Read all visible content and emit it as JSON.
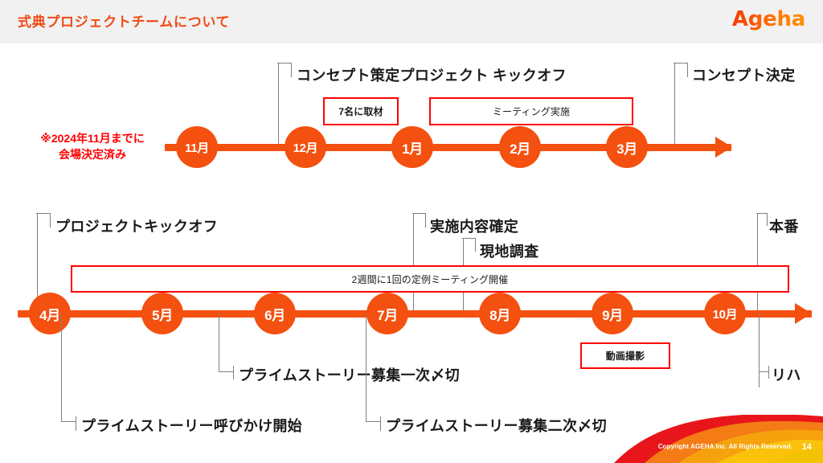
{
  "header": {
    "title": "式典プロジェクトチームについて",
    "logo": "Ageha",
    "band_color": "#f1f1f1",
    "title_color": "#f04a16"
  },
  "note": {
    "line1": "※2024年11月までに",
    "line2": "会場決定済み",
    "color": "#ff0000"
  },
  "accent_color": "#f4500f",
  "box_border_color": "#ff0000",
  "timeline1": {
    "nodes": [
      {
        "label": "11月"
      },
      {
        "label": "12月"
      },
      {
        "label": "1月"
      },
      {
        "label": "2月"
      },
      {
        "label": "3月"
      }
    ],
    "callouts": [
      {
        "label": "コンセプト策定プロジェクト キックオフ",
        "anchor": "12月"
      },
      {
        "label": "コンセプト決定",
        "anchor": "after-3月"
      }
    ],
    "boxes": [
      {
        "label": "7名に取材"
      },
      {
        "label": "ミーティング実施"
      }
    ]
  },
  "timeline2": {
    "nodes": [
      {
        "label": "4月"
      },
      {
        "label": "5月"
      },
      {
        "label": "6月"
      },
      {
        "label": "7月"
      },
      {
        "label": "8月"
      },
      {
        "label": "9月"
      },
      {
        "label": "10月"
      }
    ],
    "callouts_above": [
      {
        "label": "プロジェクトキックオフ",
        "anchor": "4月"
      },
      {
        "label": "実施内容確定",
        "anchor": "7月"
      },
      {
        "label": "現地調査",
        "anchor": "between-7月-8月"
      },
      {
        "label": "本番",
        "anchor": "after-10月"
      }
    ],
    "callouts_below": [
      {
        "label": "プライムストーリー募集一次〆切",
        "anchor": "between-5月-6月"
      },
      {
        "label": "プライムストーリー呼びかけ開始",
        "anchor": "4月"
      },
      {
        "label": "プライムストーリー募集二次〆切",
        "anchor": "7月"
      },
      {
        "label": "リハ",
        "anchor": "after-10月"
      }
    ],
    "boxes": [
      {
        "label": "2週間に1回の定例ミーティング開催"
      },
      {
        "label": "動画撮影"
      }
    ]
  },
  "footer": {
    "copyright": "Copyright AGEHA Inc. All Rights Reserved.",
    "page": "14"
  }
}
